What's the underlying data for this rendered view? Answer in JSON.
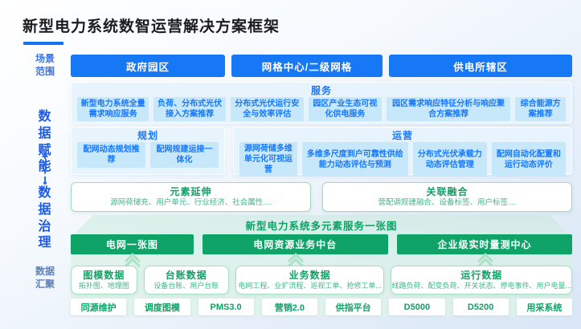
{
  "title": "新型电力系统数智运营解决方案框架",
  "rail": {
    "scene": "场景范围",
    "empower": "数据赋能",
    "governance": "数据治理",
    "aggregation": "数据汇聚"
  },
  "scene_buttons": [
    "政府园区",
    "网格中心/二级网格",
    "供电所辖区"
  ],
  "empower": {
    "service": {
      "title": "服务",
      "items": [
        "新型电力系统全量需求响应服务",
        "负荷、分布式光伏接入方案推荐",
        "分布式光伏运行安全与效率评估",
        "园区产业生态可视化供电服务",
        "园区需求响应特征分析与响应聚合方案推荐",
        "综合能源方案推荐"
      ]
    },
    "planning": {
      "title": "规划",
      "items": [
        "配网动态规划推荐",
        "配网规建运接一体化"
      ]
    },
    "operation": {
      "title": "运营",
      "items": [
        "源网荷储多维单元化可视运营",
        "多维多尺度到户可靠性供给能力动态评估与预测",
        "分布式光伏承载力动态评估管理",
        "配网自动化配置和运行动态评价"
      ]
    }
  },
  "governance": {
    "boxes": [
      {
        "title": "元素延伸",
        "desc": "源网荷储充、用户单元、行业经济、社会属性...."
      },
      {
        "title": "关联融合",
        "desc": "营配调规建融合、设备标签、用户标签...."
      }
    ],
    "map_title": "新型电力系统多元素服务一张图",
    "platform_buttons": [
      "电网一张图",
      "电网资源业务中台",
      "企业级实时量测中心"
    ]
  },
  "aggregation": {
    "data_boxes": [
      {
        "title": "图模数据",
        "desc": "拓扑图、地理图"
      },
      {
        "title": "台账数据",
        "desc": "设备台账、用户台账"
      },
      {
        "title": "业务数据",
        "desc": "电网工程、业扩流程、巡视工单、抢修工单..."
      },
      {
        "title": "运行数据",
        "desc": "线路负荷、配变负荷、开关状态、停电事件、用户电量..."
      }
    ],
    "systems": [
      "同源维护",
      "调度图模",
      "PMS3.0",
      "营销2.0",
      "供指平台",
      "D5000",
      "D5200",
      "用采系统"
    ]
  },
  "colors": {
    "primary_blue": "#1678f5",
    "light_blue_panel": "#e7f3fd",
    "light_blue_box": "#c7e7fa",
    "blue_text": "#1677ff",
    "green_button": "#0fa368",
    "green_text": "#0ca465",
    "green_border": "#a6dfc3"
  }
}
